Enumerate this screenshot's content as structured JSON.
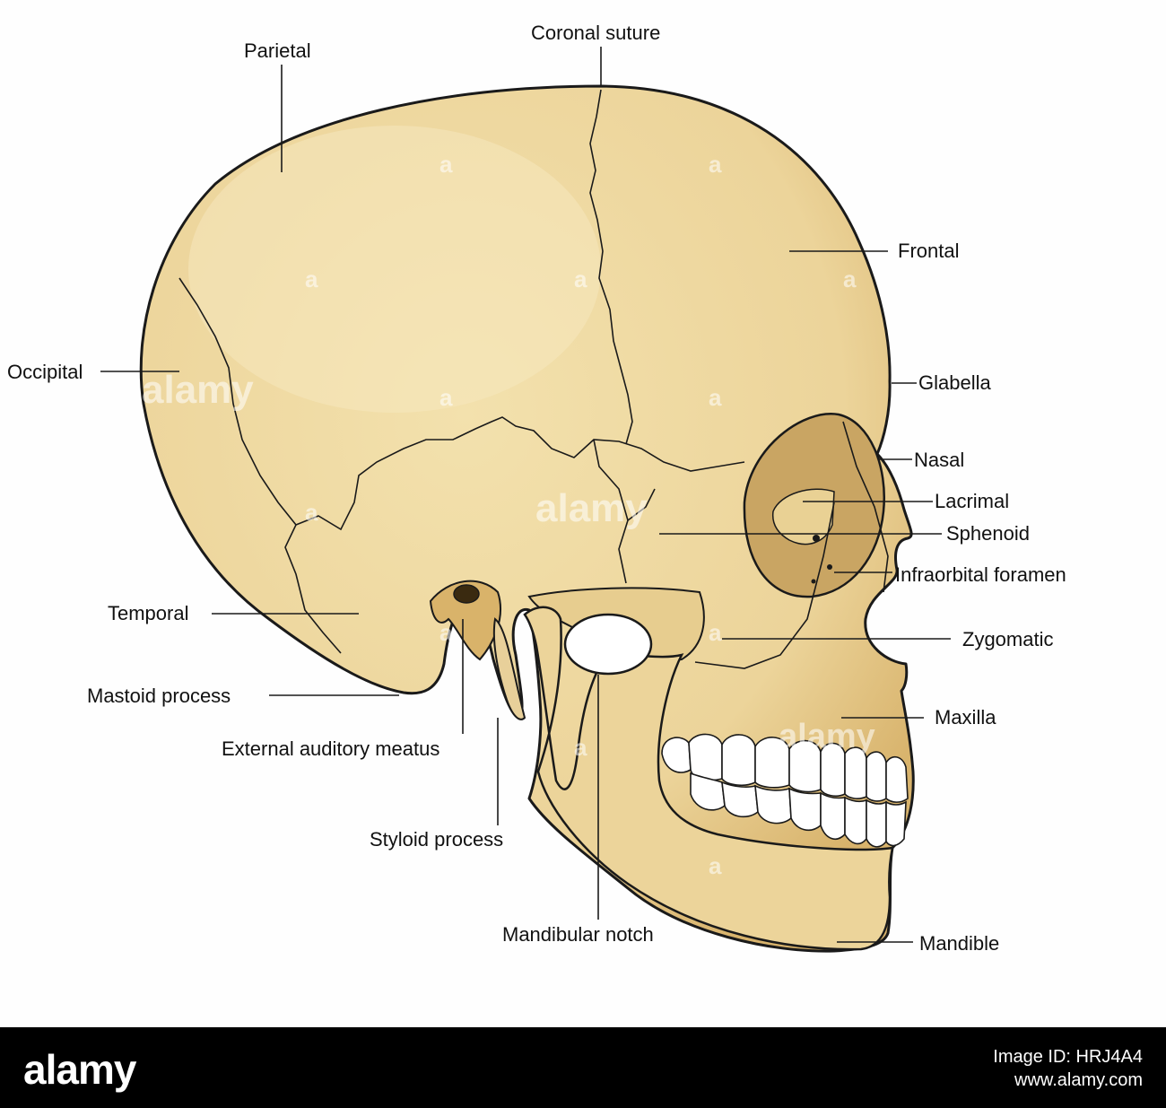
{
  "labels": {
    "parietal": "Parietal",
    "coronal_suture": "Coronal suture",
    "frontal": "Frontal",
    "occipital": "Occipital",
    "glabella": "Glabella",
    "nasal": "Nasal",
    "lacrimal": "Lacrimal",
    "sphenoid": "Sphenoid",
    "infraorbital_foramen": "Infraorbital foramen",
    "temporal": "Temporal",
    "zygomatic": "Zygomatic",
    "mastoid_process": "Mastoid process",
    "maxilla": "Maxilla",
    "external_auditory_meatus": "External auditory meatus",
    "styloid_process": "Styloid process",
    "mandibular_notch": "Mandibular notch",
    "mandible": "Mandible"
  },
  "watermark": {
    "text": "alamy",
    "letter": "a"
  },
  "footer": {
    "logo": "alamy",
    "image_id": "Image ID: HRJ4A4",
    "site": "www.alamy.com"
  },
  "colors": {
    "bone": "#efd9a0",
    "bone_shadow": "#d9b36a",
    "outline": "#1a1a1a",
    "teeth": "#ffffff",
    "footer_bg": "#000000"
  }
}
